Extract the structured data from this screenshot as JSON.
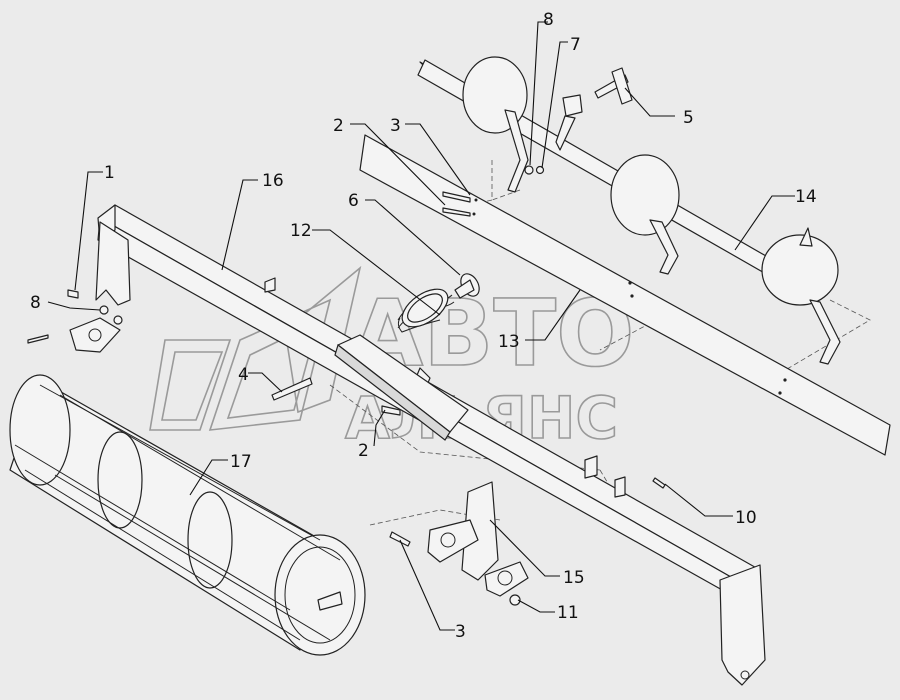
{
  "watermark": {
    "line1": "АВТО",
    "line2": "АЛЬЯНС",
    "color": "#9a9a9a"
  },
  "callouts": {
    "c1": "1",
    "c2a": "2",
    "c2b": "2",
    "c3a": "3",
    "c3b": "3",
    "c4": "4",
    "c5": "5",
    "c6": "6",
    "c7": "7",
    "c8a": "8",
    "c8b": "8",
    "c10": "10",
    "c11": "11",
    "c12": "12",
    "c13": "13",
    "c14": "14",
    "c15": "15",
    "c16": "16",
    "c17": "17"
  }
}
